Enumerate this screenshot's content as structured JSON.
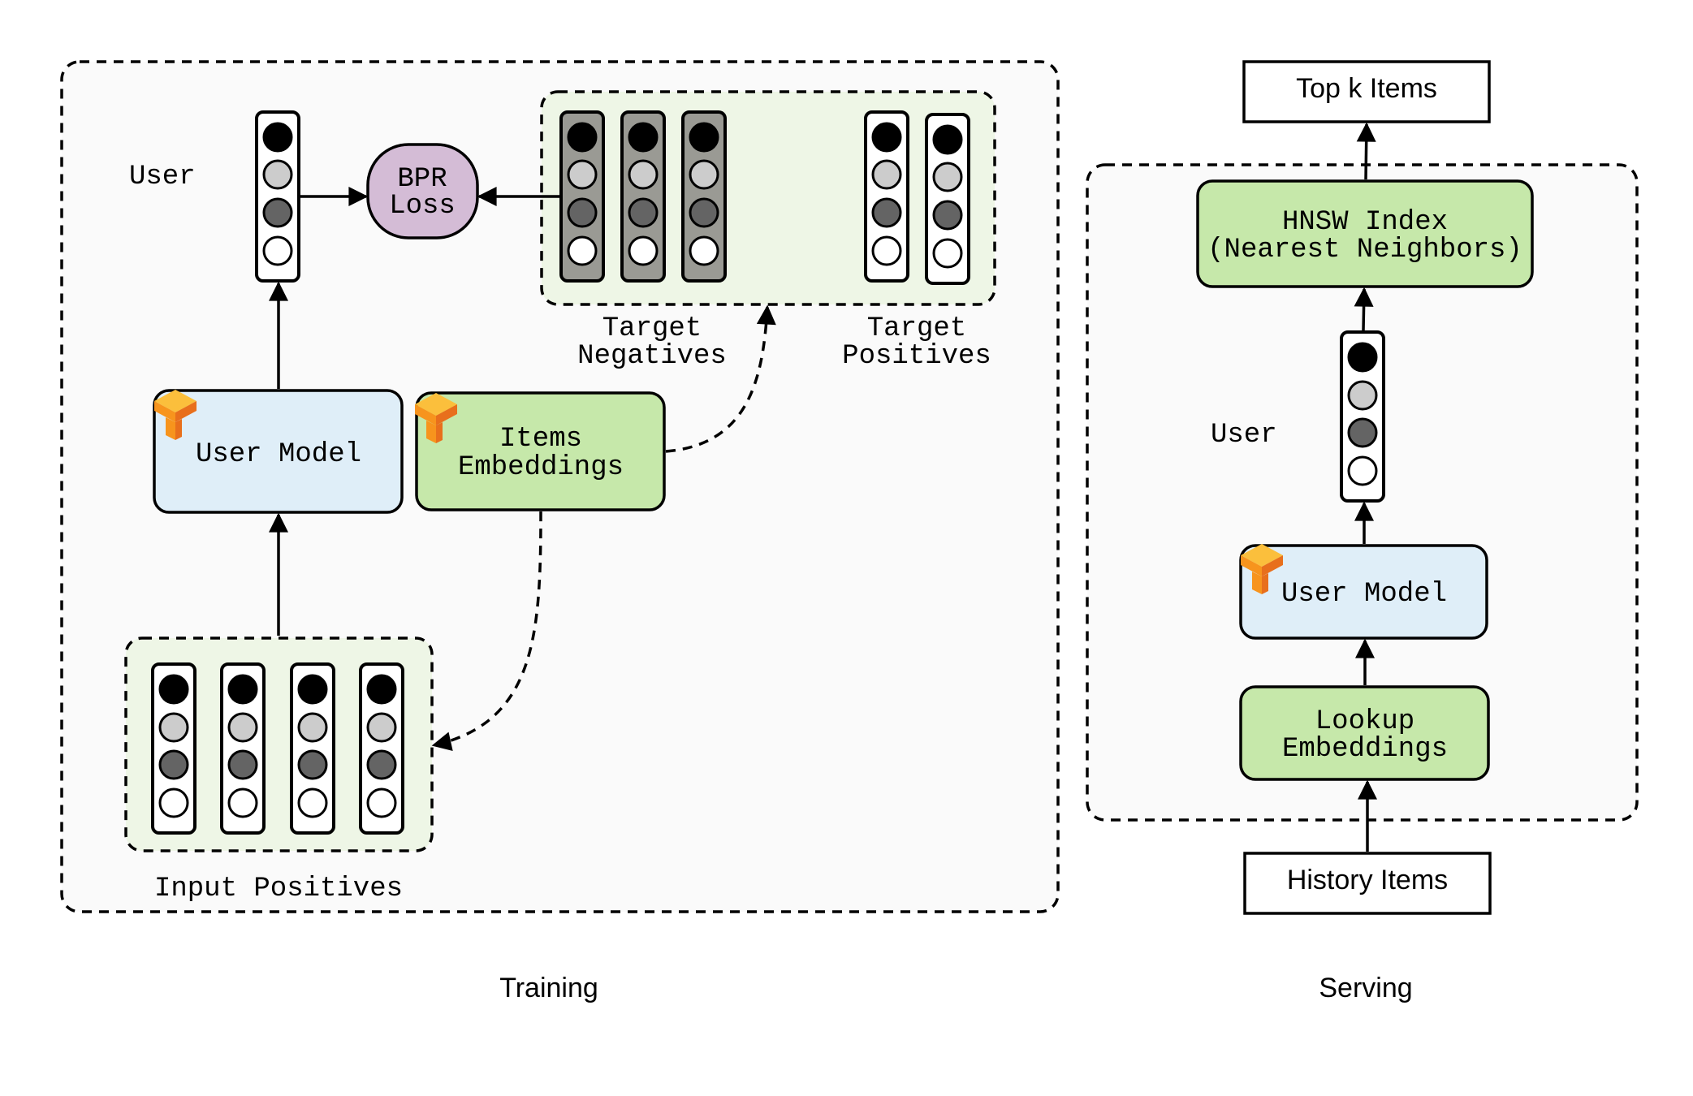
{
  "training": {
    "caption": "Training",
    "user_label": "User",
    "bpr_loss": {
      "line1": "BPR",
      "line2": "Loss"
    },
    "user_model": "User Model",
    "items_embeddings": {
      "line1": "Items",
      "line2": "Embeddings"
    },
    "target_negatives": {
      "line1": "Target",
      "line2": "Negatives"
    },
    "target_positives": {
      "line1": "Target",
      "line2": "Positives"
    },
    "input_positives": "Input Positives"
  },
  "serving": {
    "caption": "Serving",
    "top_k": "Top k Items",
    "hnsw": {
      "line1": "HNSW Index",
      "line2": "(Nearest Neighbors)"
    },
    "user_label": "User",
    "user_model": "User Model",
    "lookup": {
      "line1": "Lookup",
      "line2": "Embeddings"
    },
    "history": "History Items"
  },
  "colors": {
    "blue_box": "#dfeef8",
    "green_box": "#c6e8aa",
    "group_fill": "#eef6e6",
    "purple": "#d4bcd6",
    "gray_vector": "#9a9a94",
    "panel_fill": "#fafafa",
    "dot_black": "#000000",
    "dot_light": "#cccccc",
    "dot_dark": "#646464",
    "dot_white": "#ffffff",
    "tf_logo": "#f7941d"
  },
  "icons": {
    "framework_logo": "tensorflow-logo-icon"
  }
}
